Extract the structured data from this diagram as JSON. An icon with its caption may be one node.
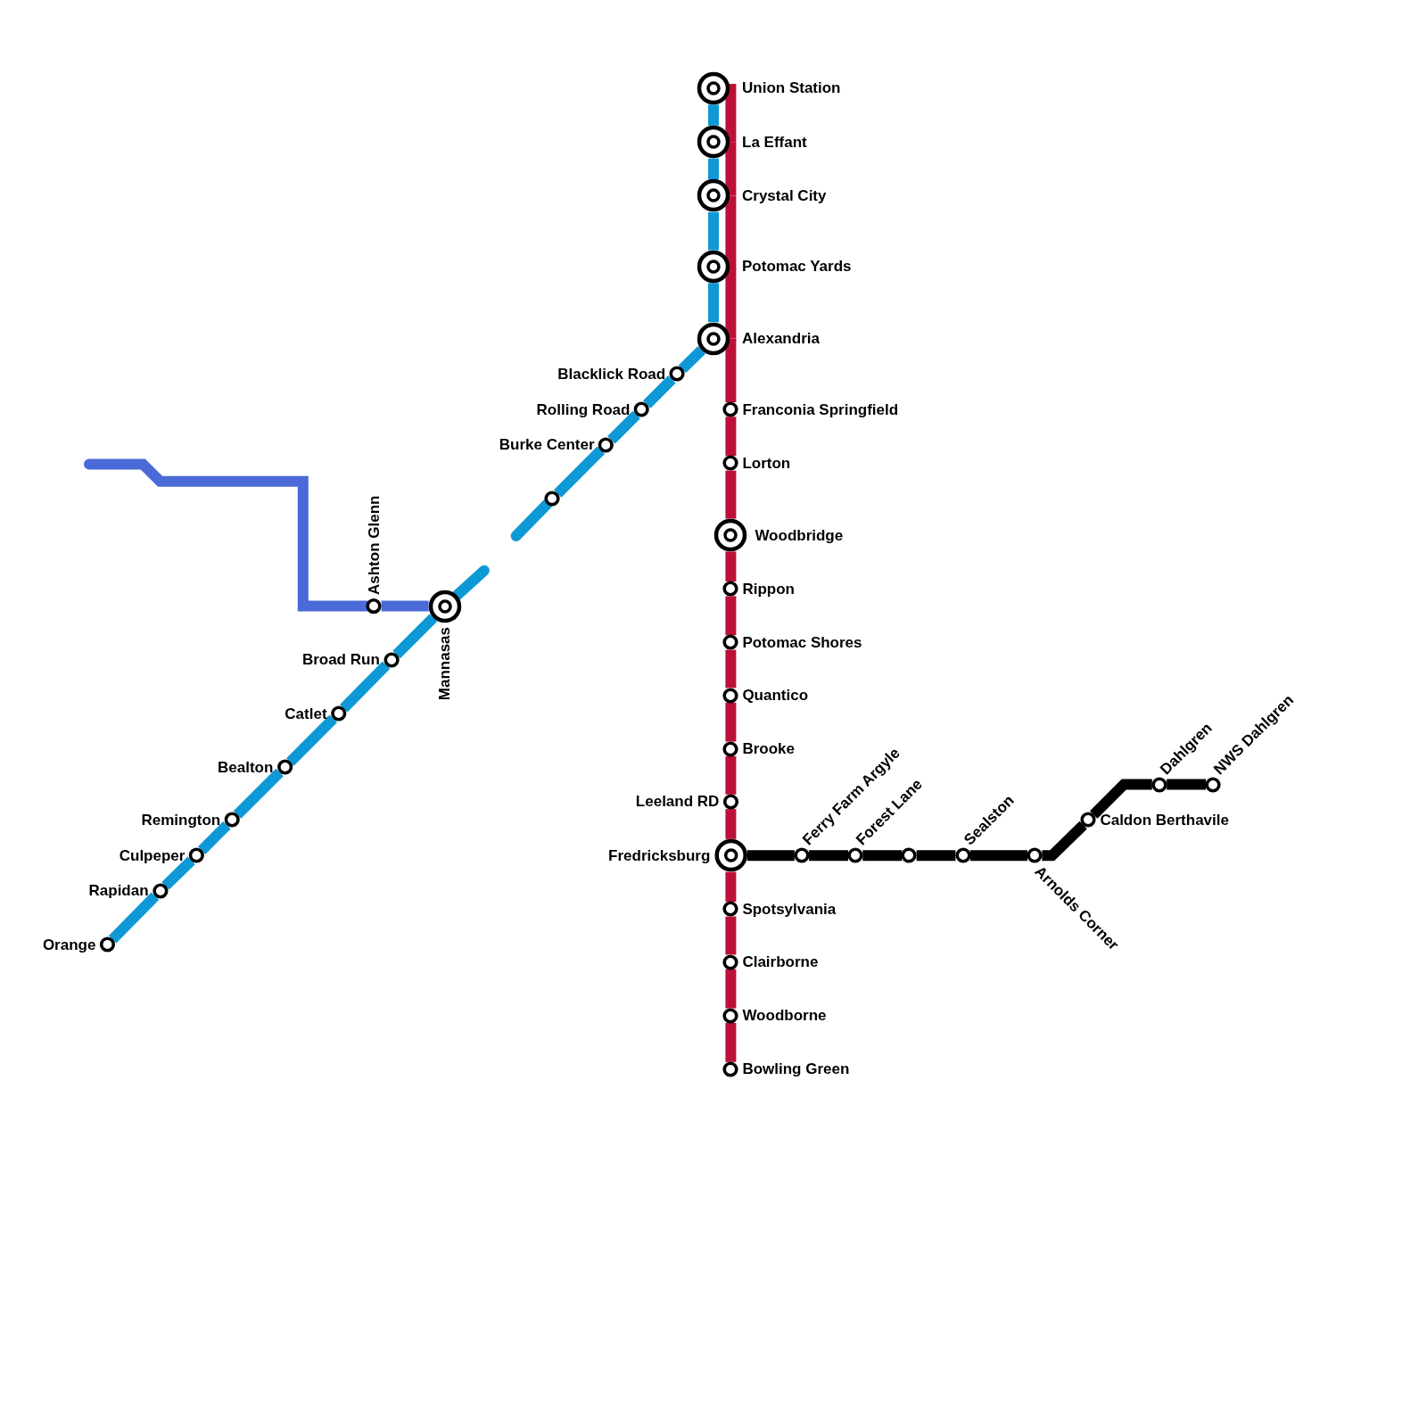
{
  "diagram": {
    "nodes": [
      {
        "text": [
          "Union Station"
        ]
      },
      {
        "text": [
          "La Effant"
        ]
      },
      {
        "text": [
          "Crystal City"
        ]
      },
      {
        "text": [
          "Potomac Yards"
        ]
      },
      {
        "text": [
          "Alexandria"
        ]
      },
      {
        "text": [
          "Blacklick Road"
        ]
      },
      {
        "text": [
          "Rolling Road"
        ]
      },
      {
        "text": [
          "Burke Center"
        ]
      },
      {
        "text": [],
        "shape": "circle"
      },
      {
        "text": [
          "Franconia Springfield"
        ]
      },
      {
        "text": [
          "Lorton"
        ]
      },
      {
        "text": [
          "Woodbridge"
        ]
      },
      {
        "text": [
          "Rippon"
        ]
      },
      {
        "text": [
          "Potomac Shores"
        ]
      },
      {
        "text": [
          "Quantico"
        ]
      },
      {
        "text": [
          "Brooke"
        ]
      },
      {
        "text": [
          "Leeland RD"
        ]
      },
      {
        "text": [
          "Fredricksburg"
        ]
      },
      {
        "text": [
          "Spotsylvania"
        ]
      },
      {
        "text": [
          "Clairborne"
        ]
      },
      {
        "text": [
          "Woodborne"
        ]
      },
      {
        "text": [
          "Bowling Green"
        ]
      },
      {
        "text": [
          "Ashton Glenn"
        ]
      },
      {
        "text": [
          "Mannasas"
        ]
      },
      {
        "text": [
          "Broad Run"
        ]
      },
      {
        "text": [
          "Catlet"
        ]
      },
      {
        "text": [
          "Bealton"
        ]
      },
      {
        "text": [
          "Remington"
        ]
      },
      {
        "text": [
          "Culpeper"
        ]
      },
      {
        "text": [
          "Rapidan"
        ]
      },
      {
        "text": [
          "Orange"
        ]
      },
      {
        "text": [
          "Ferry Farm Argyle"
        ]
      },
      {
        "text": [
          "Forest Lane"
        ]
      },
      {
        "text": [],
        "shape": "circle"
      },
      {
        "text": [
          "Sealston"
        ]
      },
      {
        "text": [
          "Arnolds Corner"
        ]
      },
      {
        "text": [
          "Caldon Berthavile"
        ]
      },
      {
        "text": [
          "Dahlgren"
        ]
      },
      {
        "text": [
          "NWS Dahlgren"
        ]
      }
    ],
    "edges": [
      {
        "from": 0,
        "to": 1,
        "arrow": "none"
      },
      {
        "from": 1,
        "to": 2,
        "arrow": "none"
      },
      {
        "from": 2,
        "to": 3,
        "arrow": "none"
      },
      {
        "from": 3,
        "to": 4,
        "arrow": "none"
      },
      {
        "from": 4,
        "to": 5,
        "arrow": "none"
      },
      {
        "from": 5,
        "to": 6,
        "arrow": "none"
      },
      {
        "from": 6,
        "to": 7,
        "arrow": "none"
      },
      {
        "from": 7,
        "to": 8,
        "arrow": "none"
      },
      {
        "from": 8,
        "to": null,
        "arrow": "none"
      },
      {
        "from": null,
        "to": 23,
        "arrow": "none"
      },
      {
        "from": 23,
        "to": 24,
        "arrow": "none"
      },
      {
        "from": 24,
        "to": 25,
        "arrow": "none"
      },
      {
        "from": 25,
        "to": 26,
        "arrow": "none"
      },
      {
        "from": 26,
        "to": 27,
        "arrow": "none"
      },
      {
        "from": 27,
        "to": 28,
        "arrow": "none"
      },
      {
        "from": 28,
        "to": 29,
        "arrow": "none"
      },
      {
        "from": 29,
        "to": 30,
        "arrow": "none"
      },
      {
        "from": 0,
        "to": 1,
        "arrow": "none",
        "color": "#bd1038"
      },
      {
        "from": 1,
        "to": 2,
        "arrow": "none",
        "color": "#bd1038"
      },
      {
        "from": 2,
        "to": 3,
        "arrow": "none",
        "color": "#bd1038"
      },
      {
        "from": 3,
        "to": 4,
        "arrow": "none",
        "color": "#bd1038"
      },
      {
        "from": 4,
        "to": 9,
        "arrow": "none",
        "color": "#bd1038"
      },
      {
        "from": 9,
        "to": 10,
        "arrow": "none",
        "color": "#bd1038"
      },
      {
        "from": 10,
        "to": 11,
        "arrow": "none",
        "color": "#bd1038"
      },
      {
        "from": 11,
        "to": 12,
        "arrow": "none",
        "color": "#bd1038"
      },
      {
        "from": 12,
        "to": 13,
        "arrow": "none",
        "color": "#bd1038"
      },
      {
        "from": 13,
        "to": 14,
        "arrow": "none",
        "color": "#bd1038"
      },
      {
        "from": 14,
        "to": 15,
        "arrow": "none",
        "color": "#bd1038"
      },
      {
        "from": 15,
        "to": 16,
        "arrow": "none",
        "color": "#bd1038"
      },
      {
        "from": 16,
        "to": 17,
        "arrow": "none",
        "color": "#bd1038"
      },
      {
        "from": 17,
        "to": 18,
        "arrow": "none",
        "color": "#bd1038"
      },
      {
        "from": 18,
        "to": 19,
        "arrow": "none",
        "color": "#bd1038"
      },
      {
        "from": 19,
        "to": 20,
        "arrow": "none",
        "color": "#bd1038"
      },
      {
        "from": 20,
        "to": 21,
        "arrow": "none",
        "color": "#bd1038"
      },
      {
        "from": 17,
        "to": 31,
        "arrow": "none",
        "color": "#000000"
      },
      {
        "from": 31,
        "to": 32,
        "arrow": "none",
        "color": "#000000"
      },
      {
        "from": 32,
        "to": 33,
        "arrow": "none",
        "color": "#000000"
      },
      {
        "from": 33,
        "to": 34,
        "arrow": "none",
        "color": "#000000"
      },
      {
        "from": 34,
        "to": 35,
        "arrow": "none",
        "color": "#000000"
      },
      {
        "from": 35,
        "to": 36,
        "arrow": "none",
        "color": "#000000"
      },
      {
        "from": 36,
        "to": 37,
        "arrow": "none",
        "color": "#000000"
      },
      {
        "from": 37,
        "to": 38,
        "arrow": "none",
        "color": "#000000"
      },
      {
        "from": null,
        "to": 22,
        "arrow": "none",
        "color": "#4a6ad8"
      },
      {
        "from": 22,
        "to": 23,
        "arrow": "none",
        "color": "#4a6ad8"
      }
    ]
  }
}
